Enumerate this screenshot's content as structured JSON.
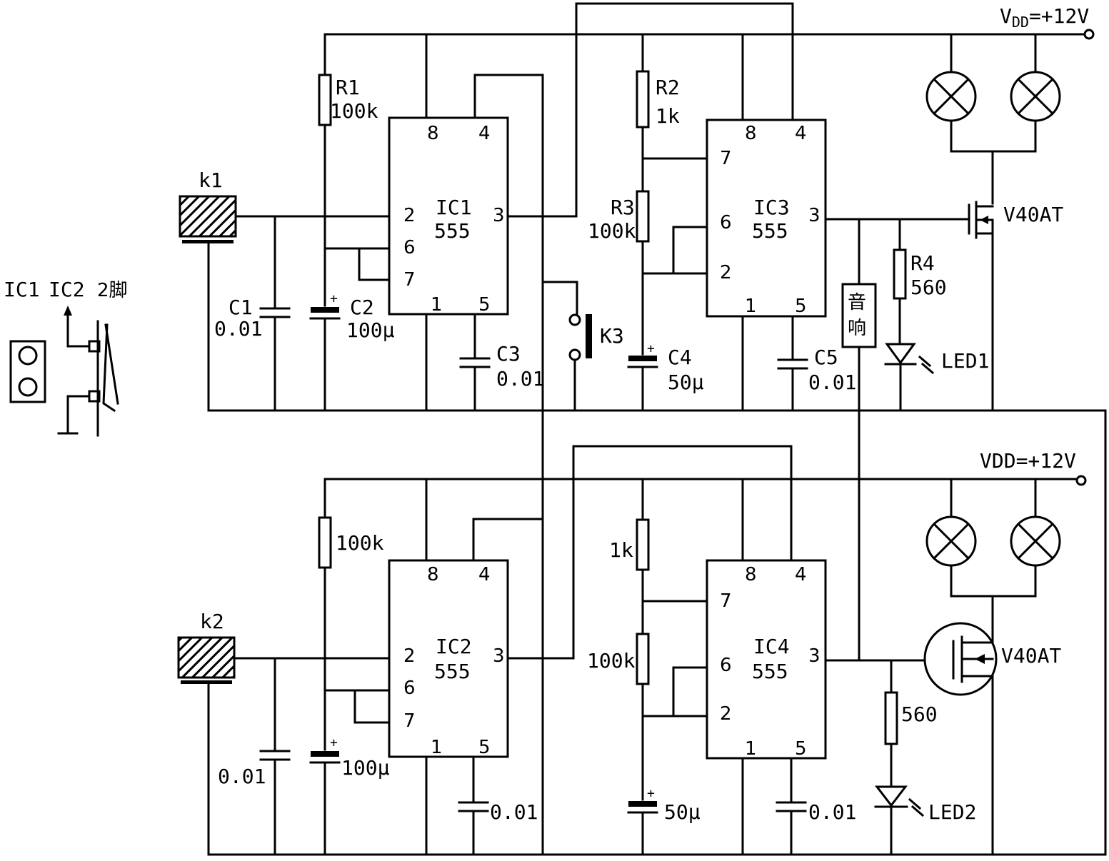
{
  "supply_top": {
    "prefix": "V",
    "sub": "DD",
    "value": "=+12V"
  },
  "supply_bottom": "VDD=+12V",
  "legend": {
    "ic1": "IC1",
    "ic2": "IC2",
    "pin2": "2脚"
  },
  "keys": {
    "k1": "k1",
    "k2": "k2",
    "k3": "K3"
  },
  "ics": {
    "ic1": {
      "name": "IC1",
      "type": "555"
    },
    "ic2": {
      "name": "IC2",
      "type": "555"
    },
    "ic3": {
      "name": "IC3",
      "type": "555"
    },
    "ic4": {
      "name": "IC4",
      "type": "555"
    }
  },
  "pins": {
    "p1": "1",
    "p2": "2",
    "p3": "3",
    "p4": "4",
    "p5": "5",
    "p6": "6",
    "p7": "7",
    "p8": "8"
  },
  "components": {
    "r1_name": "R1",
    "r1_val": "100k",
    "r2_name": "R2",
    "r2_val": "1k",
    "r3_name": "R3",
    "r3_val": "100k",
    "r4_name": "R4",
    "r4_val": "560",
    "c1_name": "C1",
    "c1_val": "0.01",
    "c2_name": "C2",
    "c2_val": "100μ",
    "c3_name": "C3",
    "c3_val": "0.01",
    "c4_name": "C4",
    "c4_val": "50μ",
    "c5_name": "C5",
    "c5_val": "0.01",
    "r_b1": "100k",
    "r_b2": "1k",
    "r_b3": "100k",
    "r_b4": "560",
    "c_b1": "0.01",
    "c_b2": "100μ",
    "c_b3": "0.01",
    "c_b4": "50μ",
    "c_b5": "0.01",
    "speaker": "音响",
    "mosfet1": "V40AT",
    "mosfet2": "V40AT",
    "led1": "LED1",
    "led2": "LED2"
  }
}
